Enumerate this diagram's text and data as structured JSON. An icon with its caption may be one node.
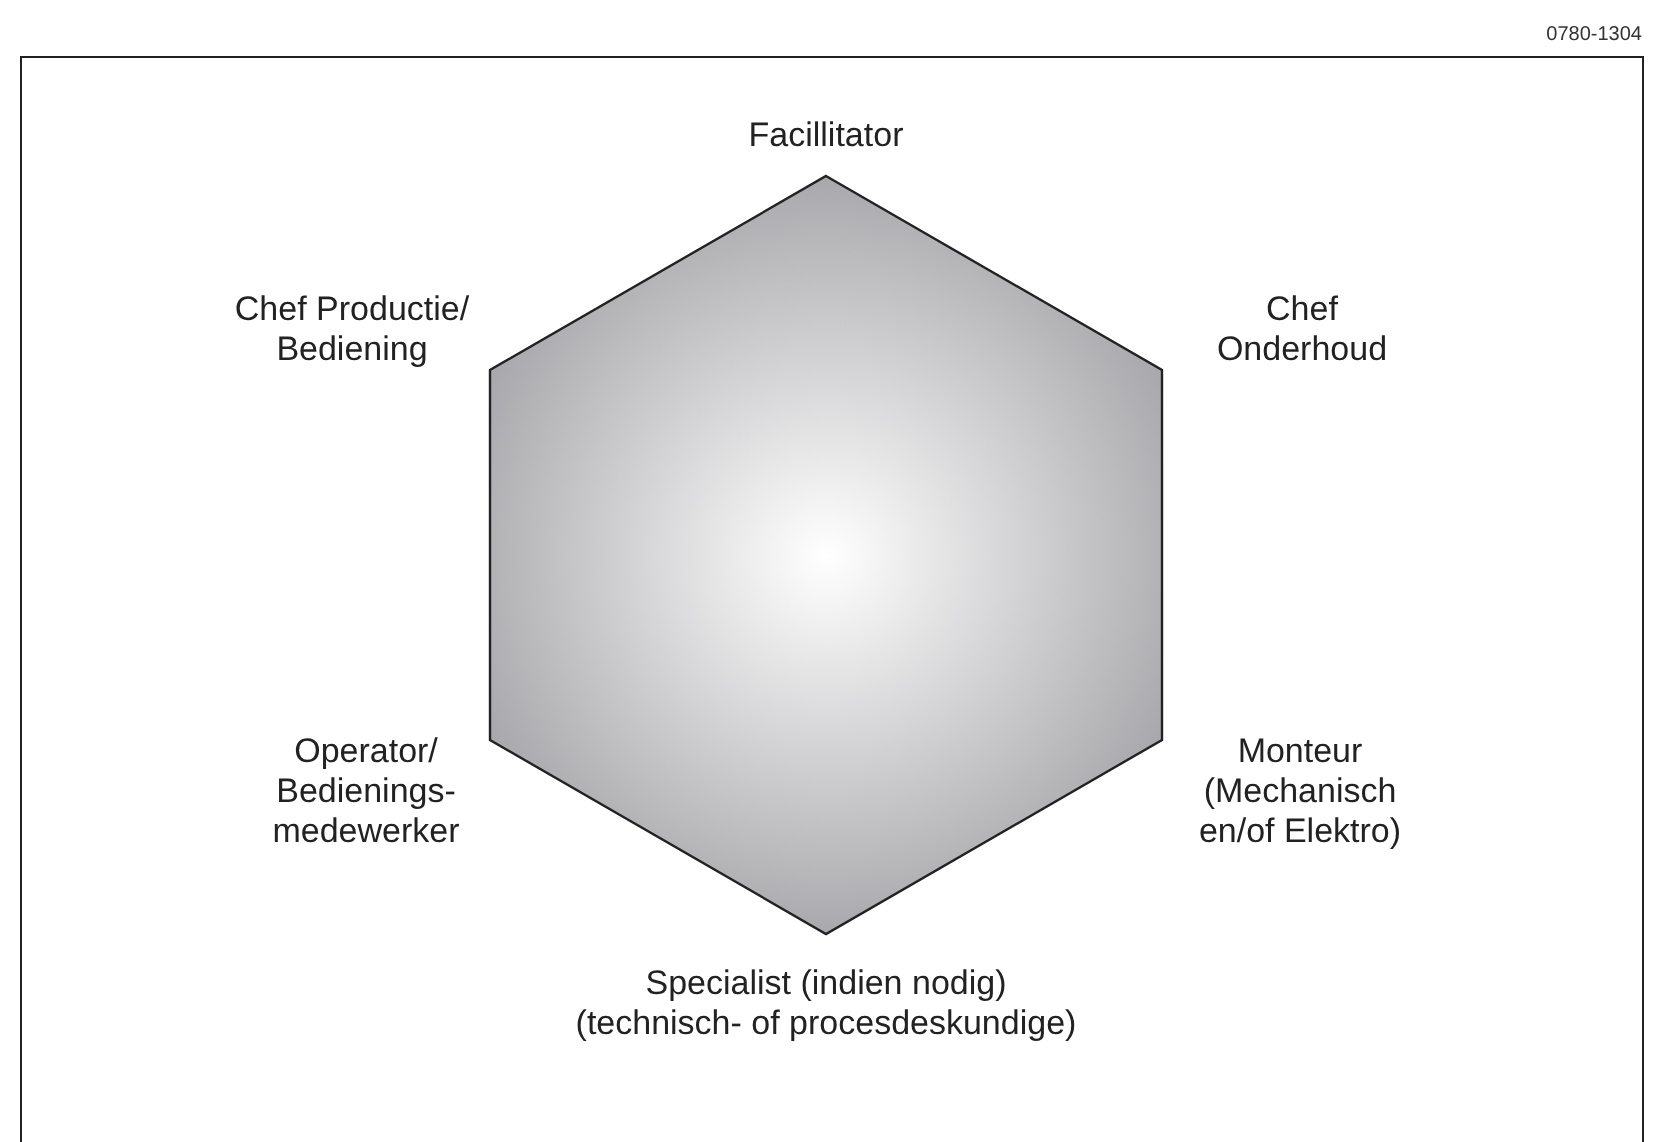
{
  "diagram": {
    "nodes": [
      {
        "text": [],
        "shape": "hexagon"
      }
    ],
    "labels": [
      "0780-1304",
      "Facillitator",
      "Chef Productie/ Bediening",
      "Chef Onderhoud",
      "Operator/ Bedienings- medewerker",
      "Monteur (Mechanisch en/of Elektro)",
      "Specialist (indien nodig)",
      "(technisch- of procesdeskundige)"
    ]
  }
}
